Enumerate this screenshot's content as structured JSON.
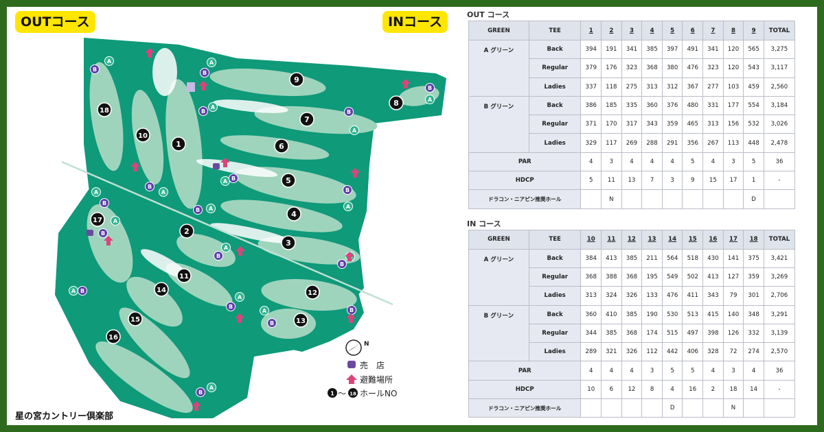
{
  "map": {
    "out_label": "OUTコース",
    "in_label": "INコース",
    "club_name": "星の宮カントリー倶楽部",
    "legend": {
      "shop": "売　店",
      "shelter": "避難場所",
      "hole_no": "～",
      "hole_no_text": "ホールNO",
      "hole_from": "1",
      "hole_to": "18"
    },
    "hole_numbers": [
      "1",
      "2",
      "3",
      "4",
      "5",
      "6",
      "7",
      "8",
      "9",
      "10",
      "11",
      "12",
      "13",
      "14",
      "15",
      "16",
      "17",
      "18"
    ],
    "green_a": "A",
    "green_b": "B",
    "compass": "N"
  },
  "out_table": {
    "title": "OUT コース",
    "headers": [
      "GREEN",
      "TEE",
      "1",
      "2",
      "3",
      "4",
      "5",
      "6",
      "7",
      "8",
      "9",
      "TOTAL"
    ],
    "groups": [
      {
        "green": "A グリーン",
        "rows": [
          {
            "tee": "Back",
            "values": [
              "394",
              "191",
              "341",
              "385",
              "397",
              "491",
              "341",
              "120",
              "565",
              "3,275"
            ]
          },
          {
            "tee": "Regular",
            "values": [
              "379",
              "176",
              "323",
              "368",
              "380",
              "476",
              "323",
              "120",
              "543",
              "3,117"
            ]
          },
          {
            "tee": "Ladies",
            "values": [
              "337",
              "118",
              "275",
              "313",
              "312",
              "367",
              "277",
              "103",
              "459",
              "2,560"
            ]
          }
        ]
      },
      {
        "green": "B グリーン",
        "rows": [
          {
            "tee": "Back",
            "values": [
              "386",
              "185",
              "335",
              "360",
              "376",
              "480",
              "331",
              "177",
              "554",
              "3,184"
            ]
          },
          {
            "tee": "Regular",
            "values": [
              "371",
              "170",
              "317",
              "343",
              "359",
              "465",
              "313",
              "156",
              "532",
              "3,026"
            ]
          },
          {
            "tee": "Ladies",
            "values": [
              "329",
              "117",
              "269",
              "288",
              "291",
              "356",
              "267",
              "113",
              "448",
              "2,478"
            ]
          }
        ]
      }
    ],
    "par": {
      "label": "PAR",
      "values": [
        "4",
        "3",
        "4",
        "4",
        "4",
        "5",
        "4",
        "3",
        "5",
        "36"
      ]
    },
    "hdcp": {
      "label": "HDCP",
      "values": [
        "5",
        "11",
        "13",
        "7",
        "3",
        "9",
        "15",
        "17",
        "1",
        "-"
      ]
    },
    "drive": {
      "label": "ドラコン・ニアピン推奨ホール",
      "values": [
        "",
        "N",
        "",
        "",
        "",
        "",
        "",
        "",
        "D",
        ""
      ]
    }
  },
  "in_table": {
    "title": "IN コース",
    "headers": [
      "GREEN",
      "TEE",
      "10",
      "11",
      "12",
      "13",
      "14",
      "15",
      "16",
      "17",
      "18",
      "TOTAL"
    ],
    "groups": [
      {
        "green": "A グリーン",
        "rows": [
          {
            "tee": "Back",
            "values": [
              "384",
              "413",
              "385",
              "211",
              "564",
              "518",
              "430",
              "141",
              "375",
              "3,421"
            ]
          },
          {
            "tee": "Regular",
            "values": [
              "368",
              "388",
              "368",
              "195",
              "549",
              "502",
              "413",
              "127",
              "359",
              "3,269"
            ]
          },
          {
            "tee": "Ladies",
            "values": [
              "313",
              "324",
              "326",
              "133",
              "476",
              "411",
              "343",
              "79",
              "301",
              "2,706"
            ]
          }
        ]
      },
      {
        "green": "B グリーン",
        "rows": [
          {
            "tee": "Back",
            "values": [
              "360",
              "410",
              "385",
              "190",
              "530",
              "513",
              "415",
              "140",
              "348",
              "3,291"
            ]
          },
          {
            "tee": "Regular",
            "values": [
              "344",
              "385",
              "368",
              "174",
              "515",
              "497",
              "398",
              "126",
              "332",
              "3,139"
            ]
          },
          {
            "tee": "Ladies",
            "values": [
              "289",
              "321",
              "326",
              "112",
              "442",
              "406",
              "328",
              "72",
              "274",
              "2,570"
            ]
          }
        ]
      }
    ],
    "par": {
      "label": "PAR",
      "values": [
        "4",
        "4",
        "4",
        "3",
        "5",
        "5",
        "4",
        "3",
        "4",
        "36"
      ]
    },
    "hdcp": {
      "label": "HDCP",
      "values": [
        "10",
        "6",
        "12",
        "8",
        "4",
        "16",
        "2",
        "18",
        "14",
        "-"
      ]
    },
    "drive": {
      "label": "ドラコン・ニアピン推奨ホール",
      "values": [
        "",
        "",
        "",
        "",
        "D",
        "",
        "",
        "N",
        "",
        ""
      ]
    }
  }
}
